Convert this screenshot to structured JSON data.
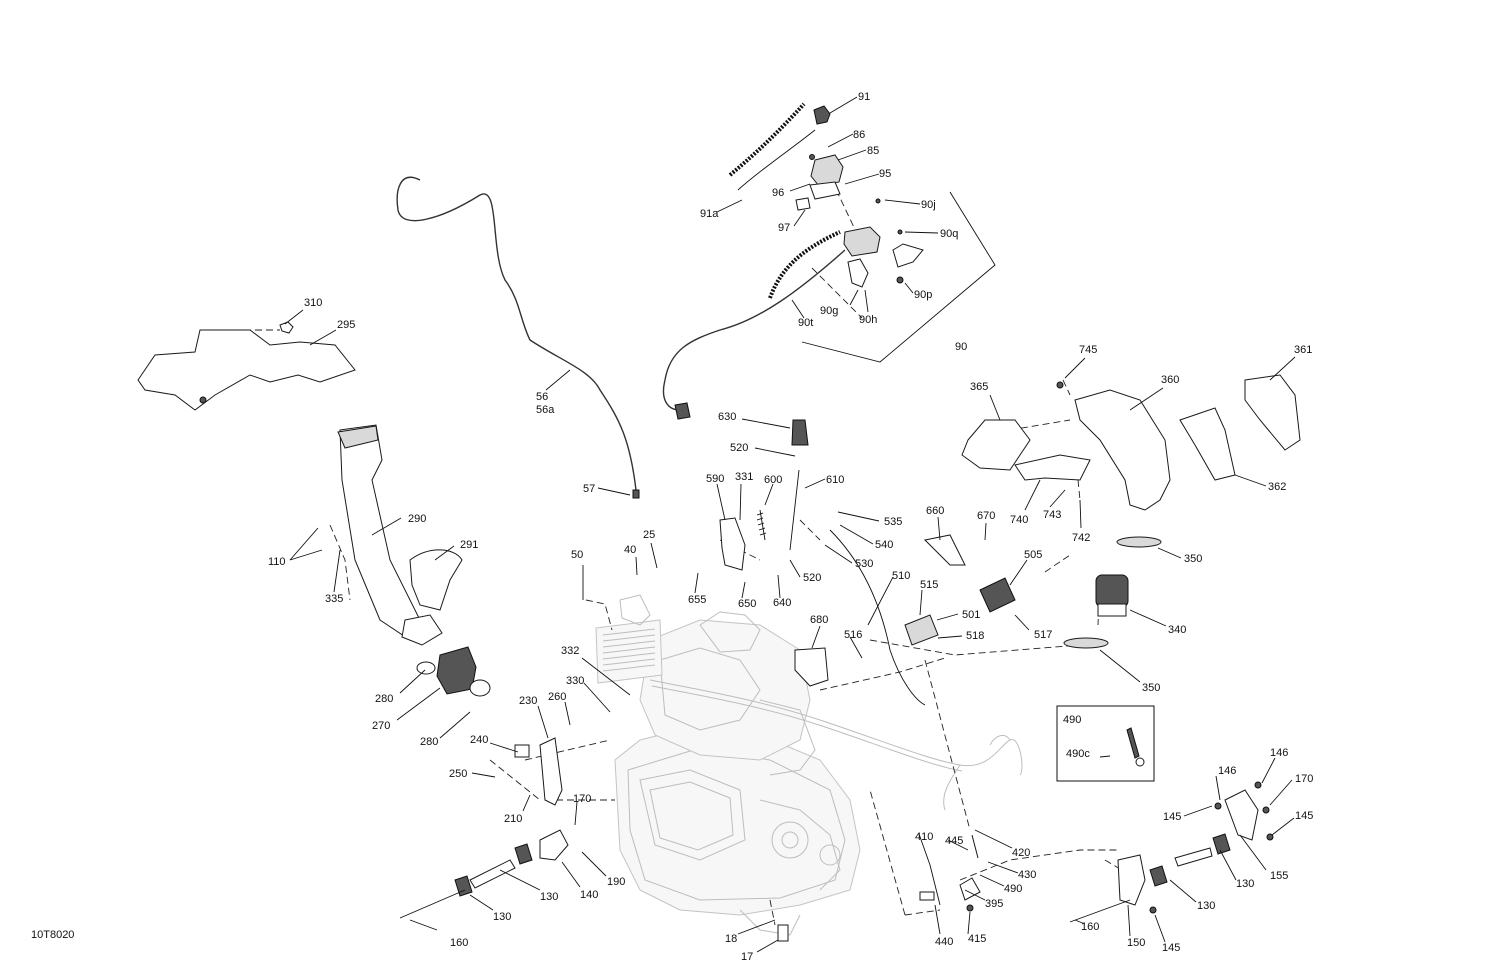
{
  "drawing_code": "10T8020",
  "callouts": {
    "c91": "91",
    "c86": "86",
    "c85": "85",
    "c95": "95",
    "c96": "96",
    "c91a": "91a",
    "c97": "97",
    "c90j": "90j",
    "c90q": "90q",
    "c90p": "90p",
    "c90g": "90g",
    "c90h": "90h",
    "c90t": "90t",
    "c90": "90",
    "c310": "310",
    "c295": "295",
    "c56": "56",
    "c56a": "56a",
    "c57": "57",
    "c630": "630",
    "c520a": "520",
    "c610": "610",
    "c590": "590",
    "c331": "331",
    "c600": "600",
    "c535": "535",
    "c540": "540",
    "c530": "530",
    "c520b": "520",
    "c655": "655",
    "c650": "650",
    "c640": "640",
    "c745": "745",
    "c365": "365",
    "c360": "360",
    "c361": "361",
    "c362": "362",
    "c740": "740",
    "c743": "743",
    "c742": "742",
    "c660": "660",
    "c670": "670",
    "c350a": "350",
    "c505": "505",
    "c510": "510",
    "c515": "515",
    "c501": "501",
    "c517": "517",
    "c518": "518",
    "c340": "340",
    "c350b": "350",
    "c290": "290",
    "c110": "110",
    "c291": "291",
    "c335": "335",
    "c50": "50",
    "c40": "40",
    "c25": "25",
    "c680": "680",
    "c516": "516",
    "c332": "332",
    "c330": "330",
    "c260": "260",
    "c230": "230",
    "c280a": "280",
    "c270": "270",
    "c280b": "280",
    "c240": "240",
    "c250": "250",
    "c210": "210",
    "c170a": "170",
    "c190": "190",
    "c140": "140",
    "c130a": "130",
    "c130b": "130",
    "c160a": "160",
    "c18": "18",
    "c17": "17",
    "c490box": "490",
    "c490c": "490c",
    "c410": "410",
    "c445": "445",
    "c420": "420",
    "c430": "430",
    "c490": "490",
    "c395": "395",
    "c440": "440",
    "c415": "415",
    "c146a": "146",
    "c146b": "146",
    "c170b": "170",
    "c145a": "145",
    "c145b": "145",
    "c130c": "130",
    "c155": "155",
    "c130d": "130",
    "c160b": "160",
    "c150": "150",
    "c145c": "145"
  }
}
